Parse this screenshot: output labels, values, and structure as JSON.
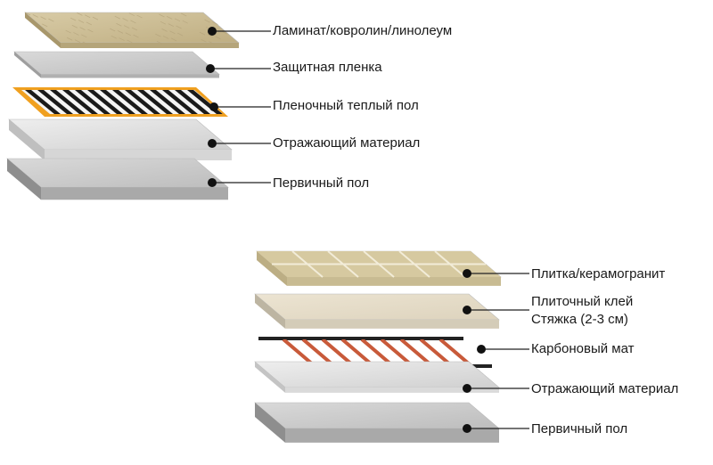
{
  "diagram_top": {
    "layers": [
      {
        "label": "Ламинат/ковролин/линолеум"
      },
      {
        "label": "Защитная пленка"
      },
      {
        "label": "Пленочный теплый пол"
      },
      {
        "label": "Отражающий материал"
      },
      {
        "label": "Первичный пол"
      }
    ]
  },
  "diagram_bottom": {
    "layers": [
      {
        "label": "Плитка/керамогранит"
      },
      {
        "label": "Плиточный клей\nСтяжка (2-3 см)"
      },
      {
        "label": "Карбоновый мат"
      },
      {
        "label": "Отражающий материал"
      },
      {
        "label": "Первичный пол"
      }
    ]
  },
  "colors": {
    "laminate": "#cdbf98",
    "film_stripe": "#1a1a1a",
    "film_edge": "#f0a020",
    "carbon": "#c85a3a",
    "tile": "#d6c9a0",
    "leader": "#222222"
  }
}
